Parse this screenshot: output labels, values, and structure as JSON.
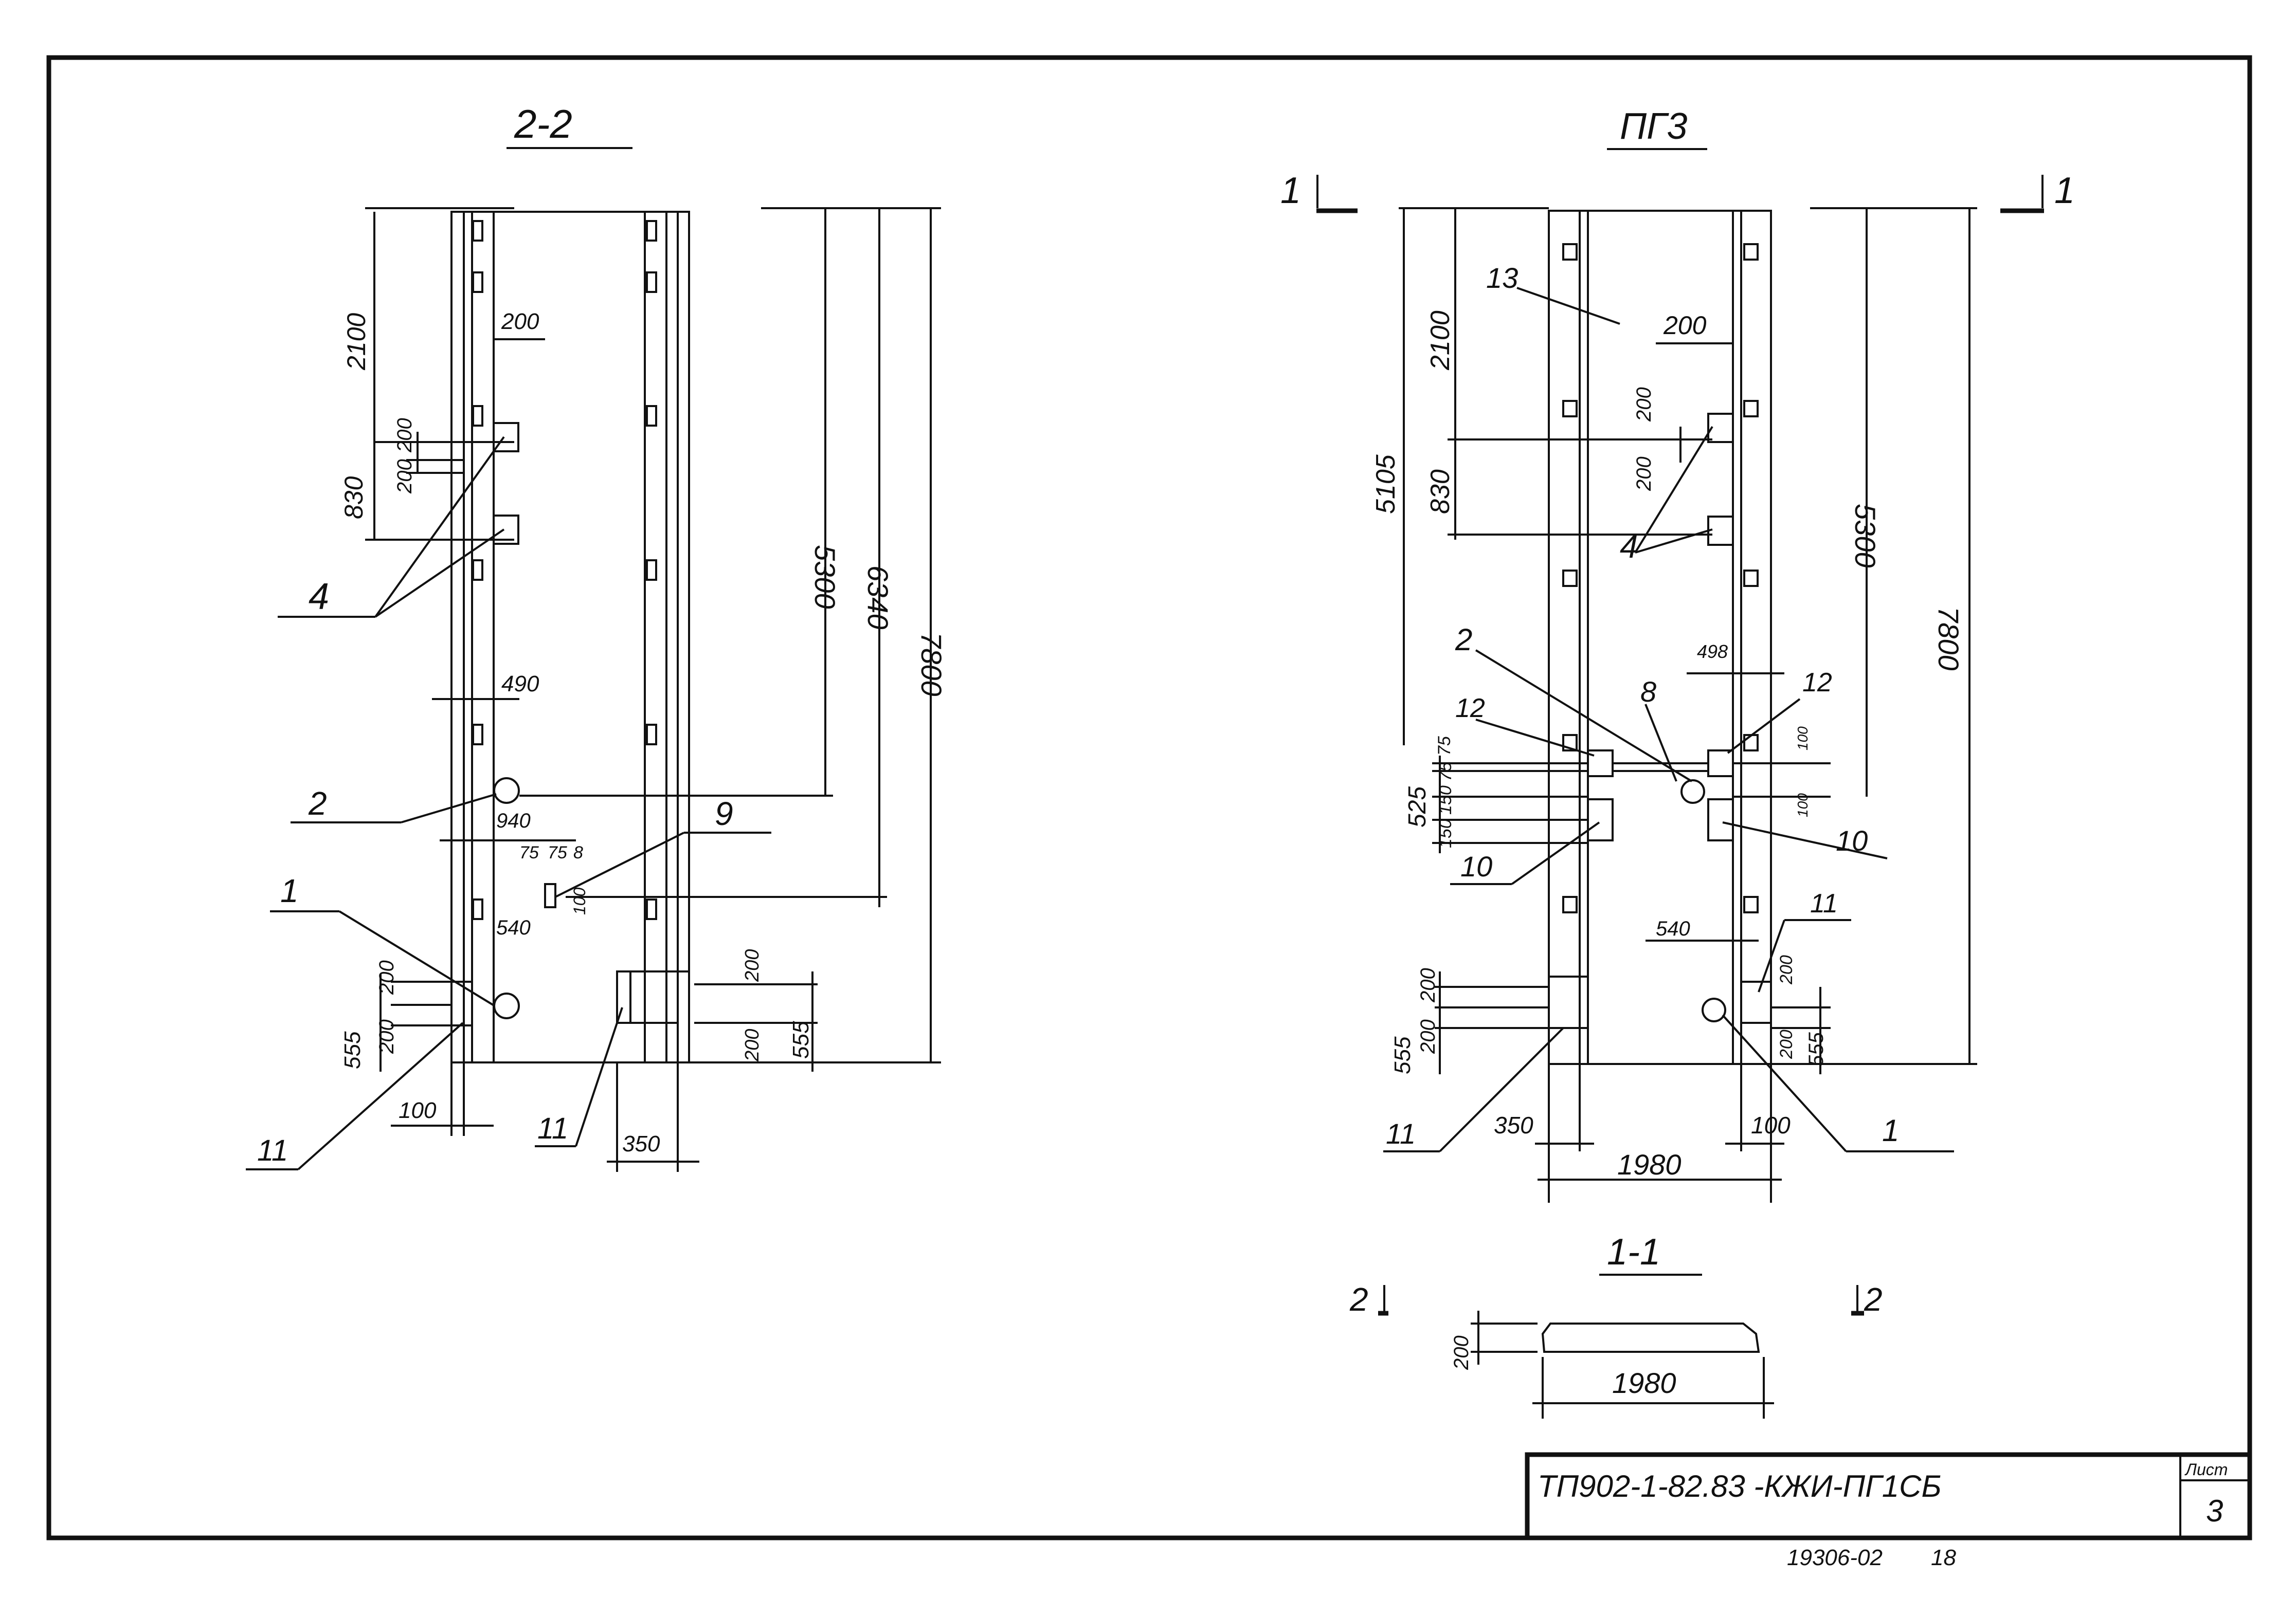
{
  "drawing": {
    "left_view": {
      "title": "2-2",
      "dims": {
        "d2100": "2100",
        "d200a": "200",
        "d200b": "200",
        "d200c": "200",
        "d830": "830",
        "d490": "490",
        "d940": "940",
        "d75a": "75",
        "d75b": "75",
        "d8": "8",
        "d540": "540",
        "d100v": "100",
        "d200d": "200",
        "d200e": "200",
        "d555": "555",
        "d100": "100",
        "d5300": "5300",
        "d6340": "6340",
        "d7800": "7800",
        "d200f": "200",
        "d200g": "200",
        "d555r": "555",
        "d350": "350"
      },
      "marks": {
        "m4": "4",
        "m2": "2",
        "m1": "1",
        "m9": "9",
        "m11a": "11",
        "m11b": "11"
      }
    },
    "right_view": {
      "title": "ПГ3",
      "section_mark_left": "1",
      "section_mark_right": "1",
      "dims": {
        "d5105": "5105",
        "d2100": "2100",
        "d830": "830",
        "d200a": "200",
        "d200b": "200",
        "d200c": "200",
        "d498": "498",
        "d75a": "75",
        "d75b": "75",
        "d150a": "150",
        "d150b": "150",
        "d525": "525",
        "d100a": "100",
        "d100b": "100",
        "d540": "540",
        "d200d": "200",
        "d200e": "200",
        "d555l": "555",
        "d200f": "200",
        "d200g": "200",
        "d555r": "555",
        "d350": "350",
        "d100": "100",
        "d1980": "1980",
        "d5300": "5300",
        "d7800": "7800"
      },
      "marks": {
        "m13": "13",
        "m4": "4",
        "m2": "2",
        "m8": "8",
        "m12a": "12",
        "m12b": "12",
        "m10a": "10",
        "m10b": "10",
        "m11a": "11",
        "m11b": "11",
        "m1": "1"
      }
    },
    "section_view": {
      "title": "1-1",
      "section_mark_left": "2",
      "section_mark_right": "2",
      "d200": "200",
      "d1980": "1980"
    }
  },
  "title_block": {
    "code": "ТП902-1-82.83 -КЖИ-ПГ1СБ",
    "sheet_label": "Лист",
    "sheet_number": "3"
  },
  "footer": {
    "archive": "19306-02",
    "number": "18"
  }
}
